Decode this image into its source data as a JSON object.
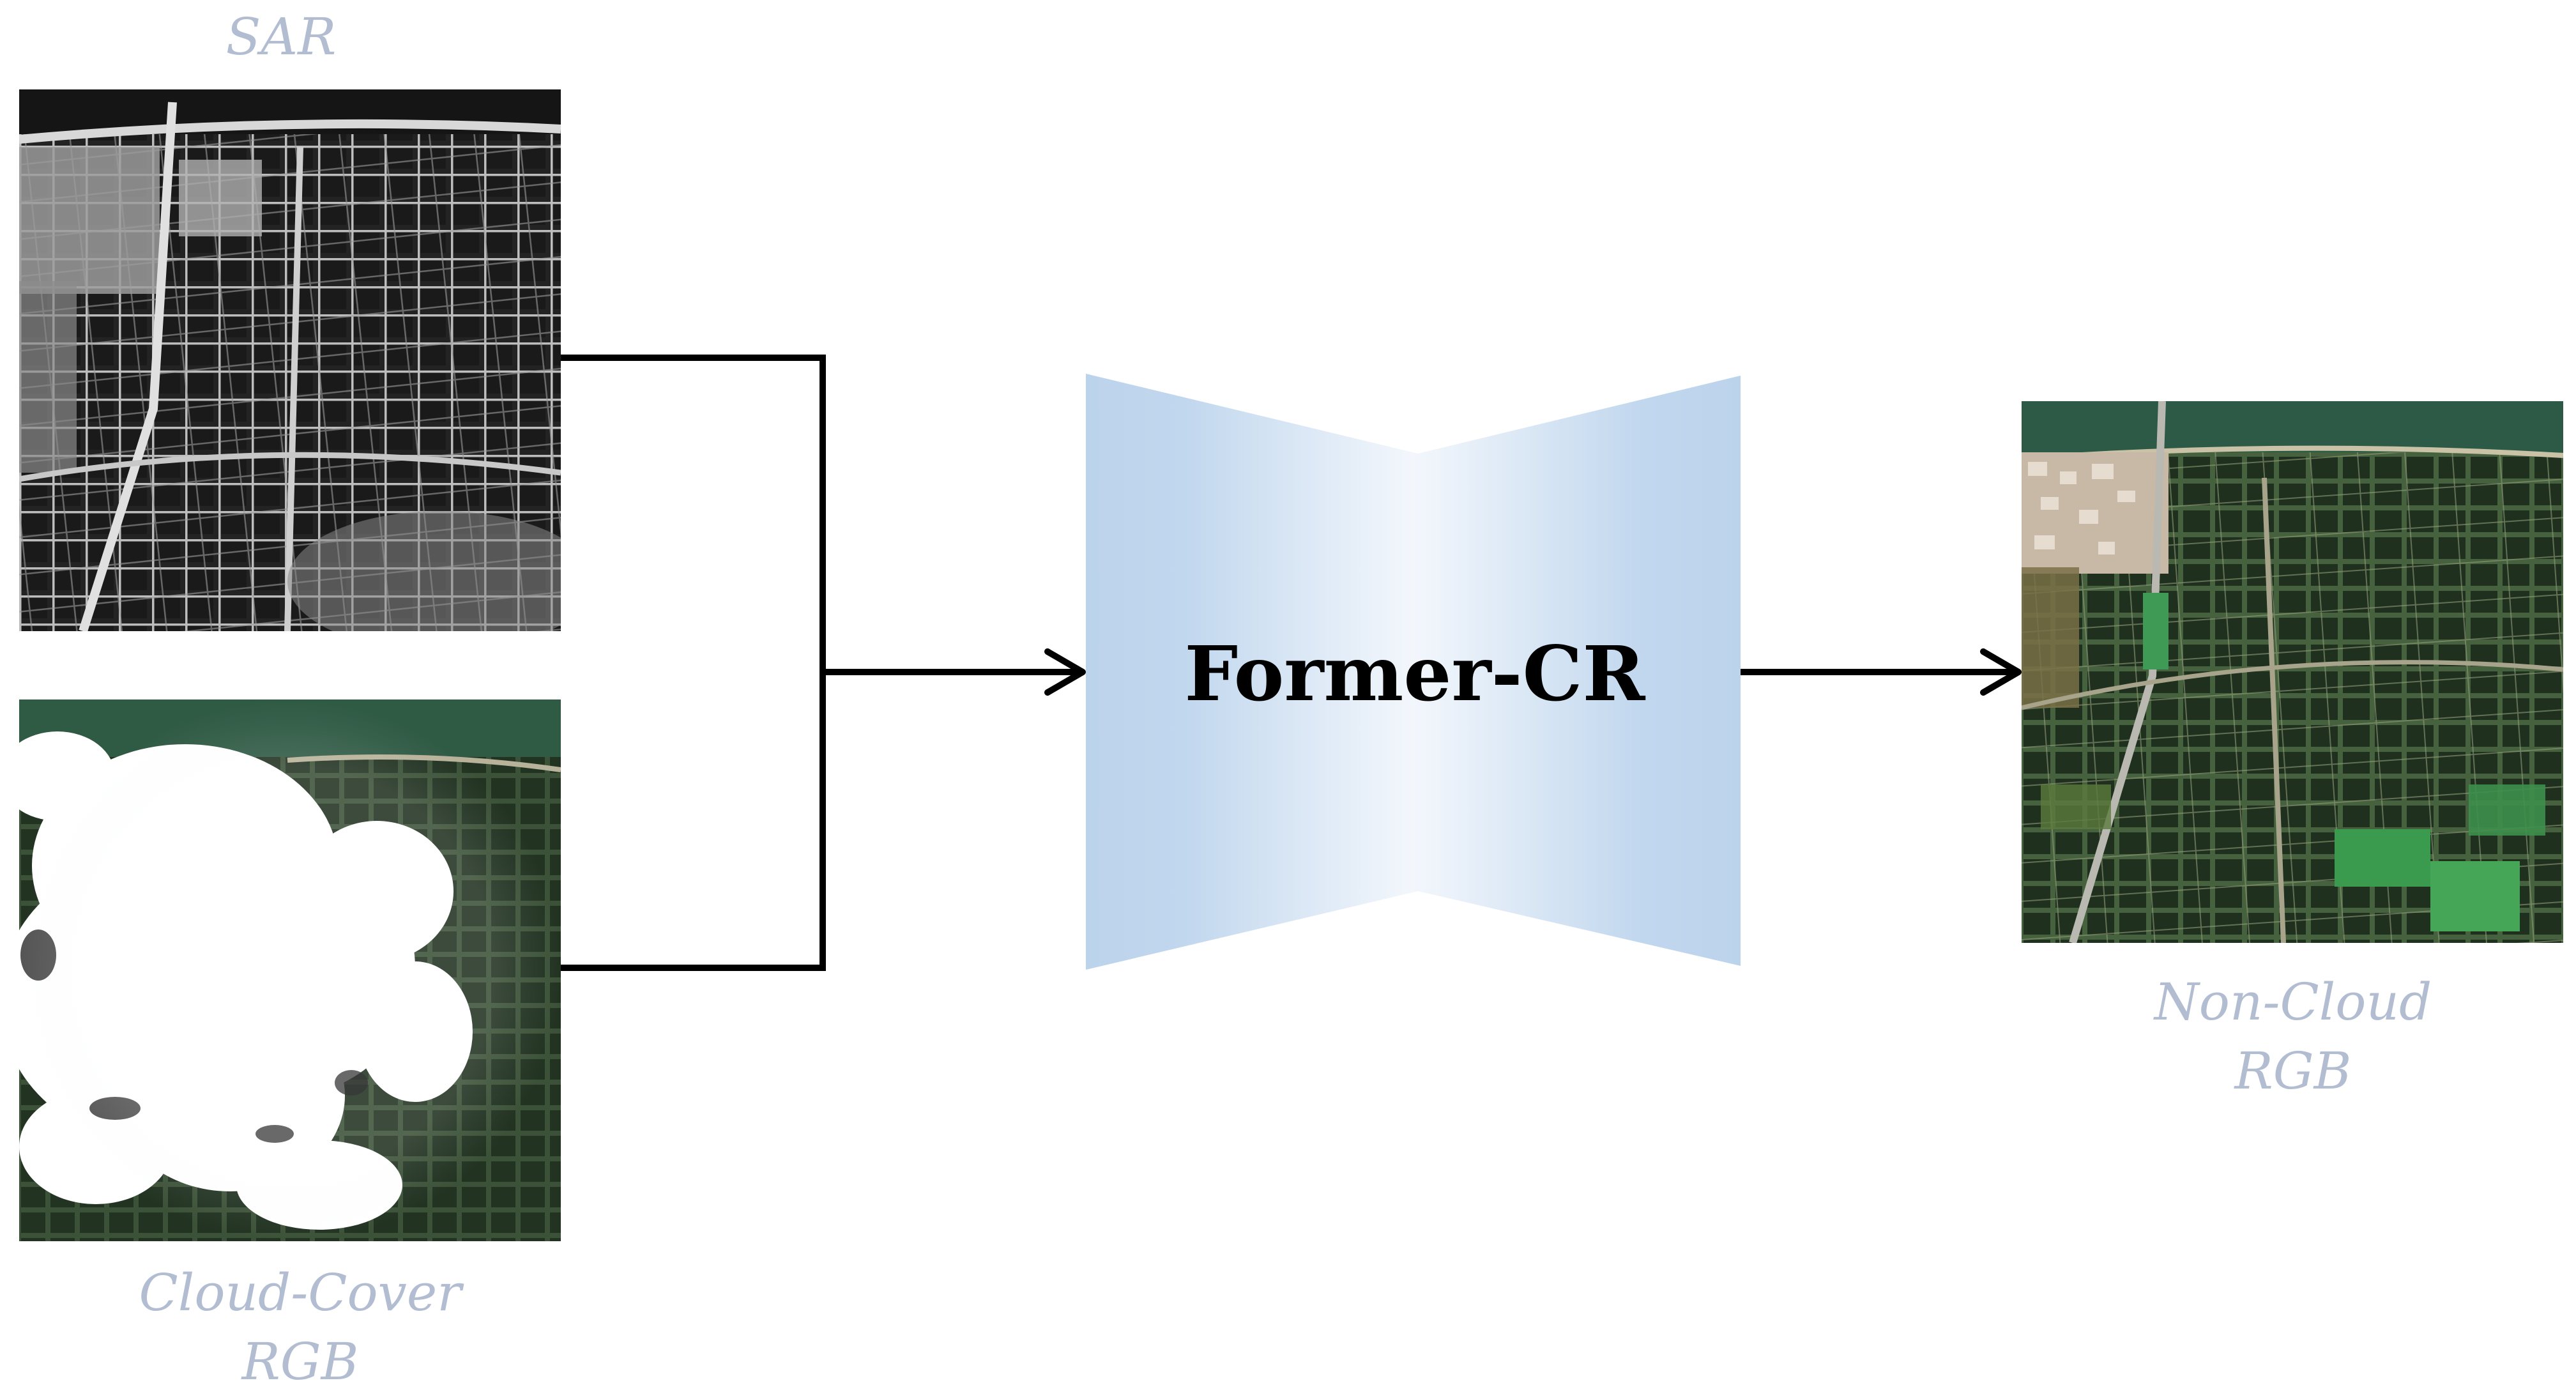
{
  "inputs": {
    "sar": {
      "label": "SAR"
    },
    "cloud": {
      "label_line1": "Cloud-Cover",
      "label_line2": "RGB"
    }
  },
  "model": {
    "name": "Former-CR"
  },
  "output": {
    "label_line1": "Non-Cloud",
    "label_line2": "RGB"
  },
  "colors": {
    "label_text": "#b3bdd1",
    "model_fill_edge": "#bcd3ec",
    "model_fill_center": "#f3f7fc",
    "arrow": "#000000"
  }
}
